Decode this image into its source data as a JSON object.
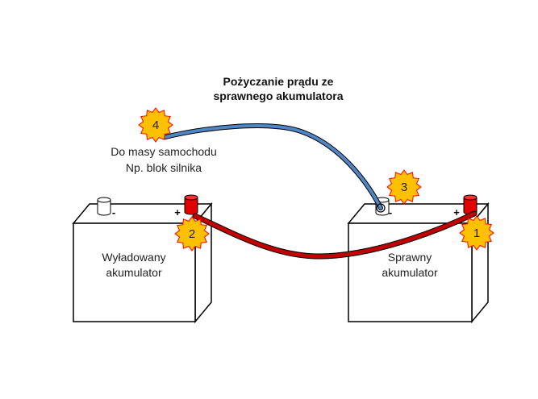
{
  "diagram": {
    "title_line1": "Pożyczanie prądu ze",
    "title_line2": "sprawnego akumulatora",
    "ground_label_line1": "Do masy samochodu",
    "ground_label_line2": "Np. blok silnika",
    "battery_left": {
      "label_line1": "Wyładowany",
      "label_line2": "akumulator",
      "minus_sign": "-",
      "plus_sign": "+"
    },
    "battery_right": {
      "label_line1": "Sprawny",
      "label_line2": "akumulator",
      "minus_sign": "-",
      "plus_sign": "+"
    },
    "steps": [
      "1",
      "2",
      "3",
      "4"
    ],
    "colors": {
      "positive_cable": "#c00000",
      "negative_cable": "#4f86c6",
      "positive_terminal": "#e00000",
      "negative_terminal": "#ffffff",
      "badge_fill": "#ffc000",
      "badge_stroke": "#ff0000"
    }
  }
}
